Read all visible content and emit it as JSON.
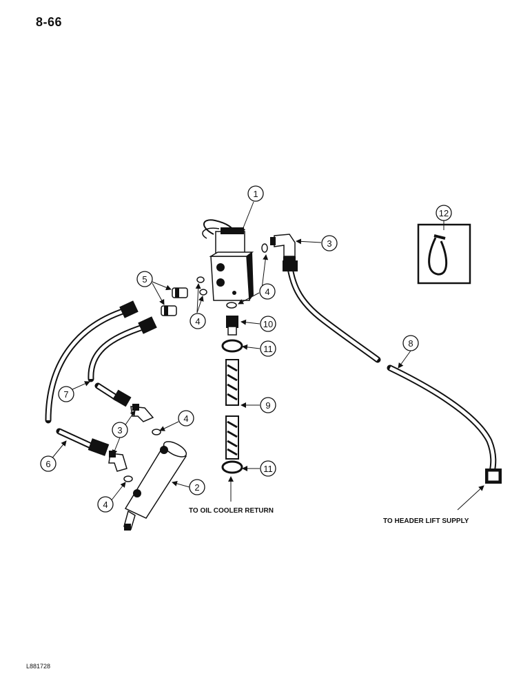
{
  "page": {
    "number": "8-66",
    "figure_id": "L881728"
  },
  "captions": {
    "oil_cooler": "TO OIL COOLER RETURN",
    "header_lift": "TO HEADER LIFT SUPPLY"
  },
  "callouts": {
    "c1": "1",
    "c2": "2",
    "c3a": "3",
    "c3b": "3",
    "c4a": "4",
    "c4b": "4",
    "c4c": "4",
    "c4d": "4",
    "c5": "5",
    "c6": "6",
    "c7": "7",
    "c8": "8",
    "c9": "9",
    "c10": "10",
    "c11a": "11",
    "c11b": "11",
    "c12": "12"
  }
}
